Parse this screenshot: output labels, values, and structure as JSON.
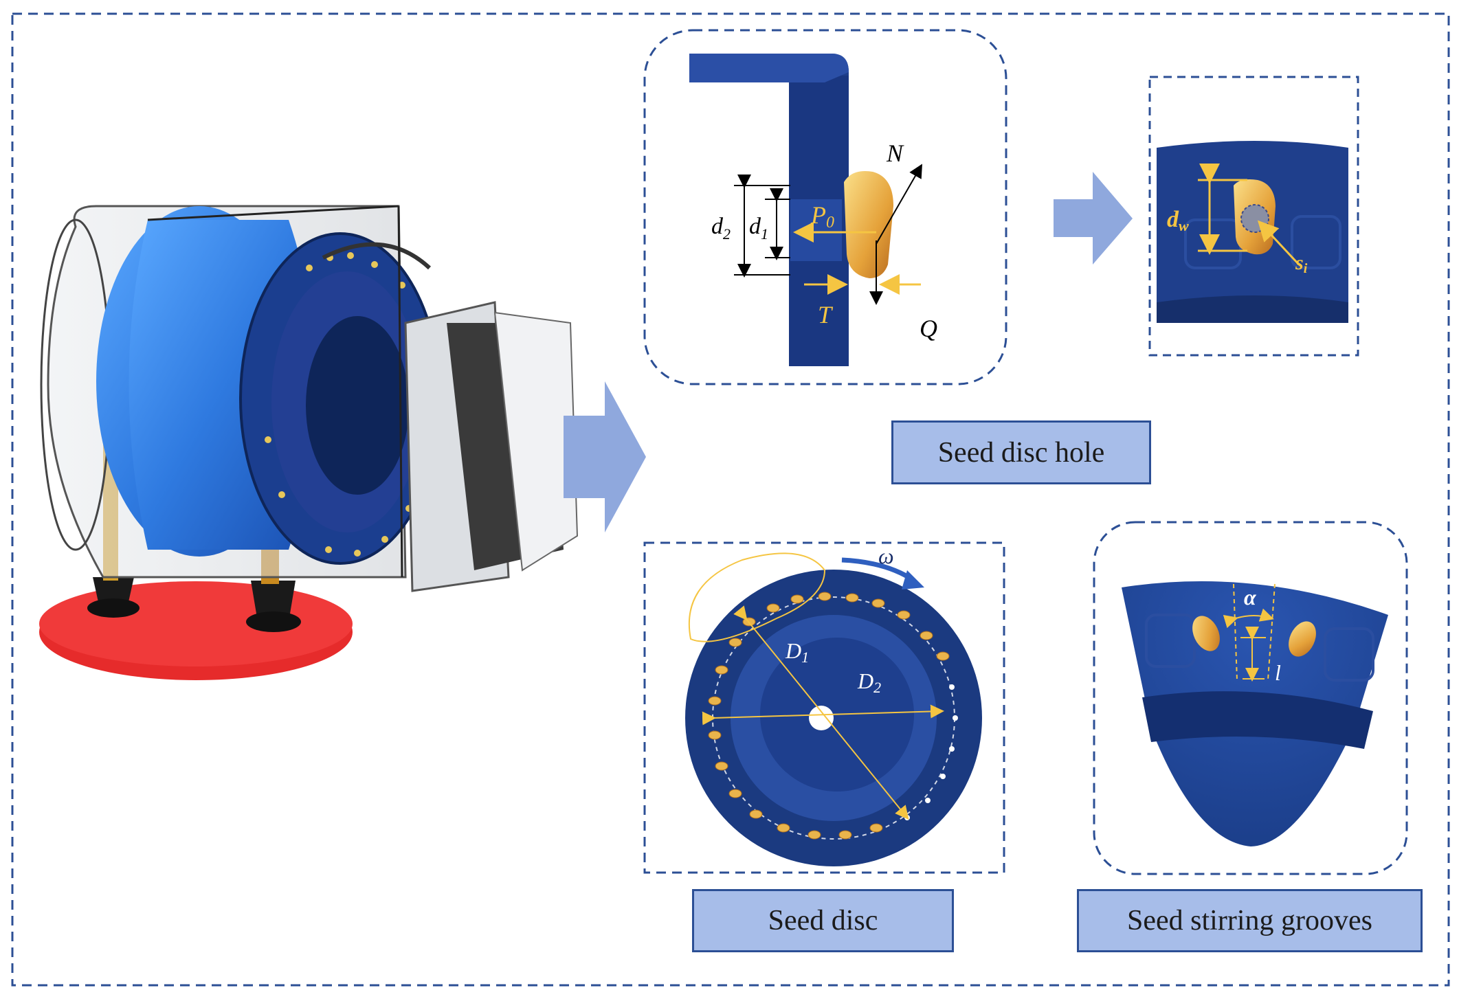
{
  "colors": {
    "frame": "#2c4f95",
    "arrow": "#8fa8dd",
    "disc": "#1f3f8c",
    "disc_dark": "#162f6b",
    "accent_yellow": "#f5c542",
    "machine_blue": "#2f7ae0",
    "base_red": "#e62b2b",
    "caption_fill": "#a7bde9"
  },
  "captions": {
    "hole": "Seed disc hole",
    "disc": "Seed disc",
    "grooves": "Seed stirring grooves"
  },
  "hole_panel": {
    "labels": {
      "d2": "d",
      "d2_sub": "2",
      "d1": "d",
      "d1_sub": "1",
      "p0": "P",
      "p0_sub": "0",
      "n": "N",
      "t": "T",
      "q": "Q"
    }
  },
  "zoom_panel": {
    "labels": {
      "dw": "d",
      "dw_sub": "w",
      "si": "s",
      "si_sub": "i"
    }
  },
  "disc_panel": {
    "labels": {
      "omega": "ω",
      "d1": "D",
      "d1_sub": "1",
      "d2": "D",
      "d2_sub": "2"
    }
  },
  "groove_panel": {
    "labels": {
      "alpha": "α",
      "l": "l"
    }
  },
  "icons": [
    "seed-meter-machine",
    "flow-arrow",
    "corn-seed",
    "seed-disc"
  ]
}
